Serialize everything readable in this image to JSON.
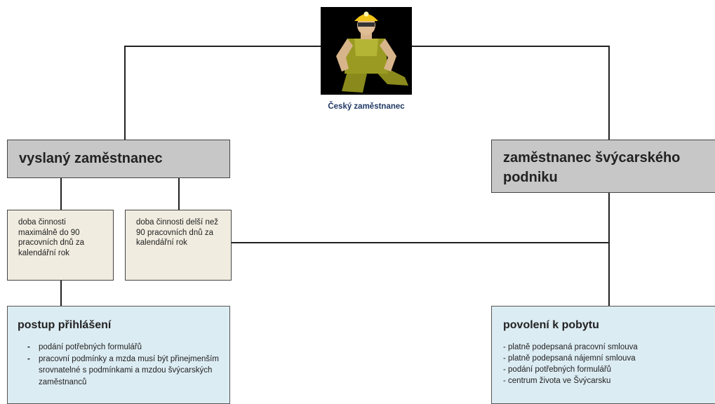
{
  "root": {
    "caption": "Český zaměstnanec",
    "image": "coal-miner-worker-illustration"
  },
  "posted_worker": {
    "title": "vyslaný zaměstnanec",
    "options": [
      {
        "label": "doba činnosti maximálně do 90 pracovních dnů za kalendářní rok"
      },
      {
        "label": "doba činnosti delší než 90 pracovních dnů za kalendářní rok"
      }
    ]
  },
  "swiss_employee": {
    "title": "zaměstnanec švýcarského podniku"
  },
  "registration": {
    "title": "postup přihlášení",
    "items": [
      "podání potřebných formulářů",
      "pracovní podmínky a mzda musí být přinejmenším srovnatelné s podmínkami a mzdou švýcarských zaměstnanců"
    ]
  },
  "residence_permit": {
    "title": "povolení k pobytu",
    "items": [
      "platně podepsaná pracovní smlouva",
      "platně podepsaná nájemní smlouva",
      "podání potřebných formulářů",
      "centrum života ve Švýcarsku"
    ]
  }
}
